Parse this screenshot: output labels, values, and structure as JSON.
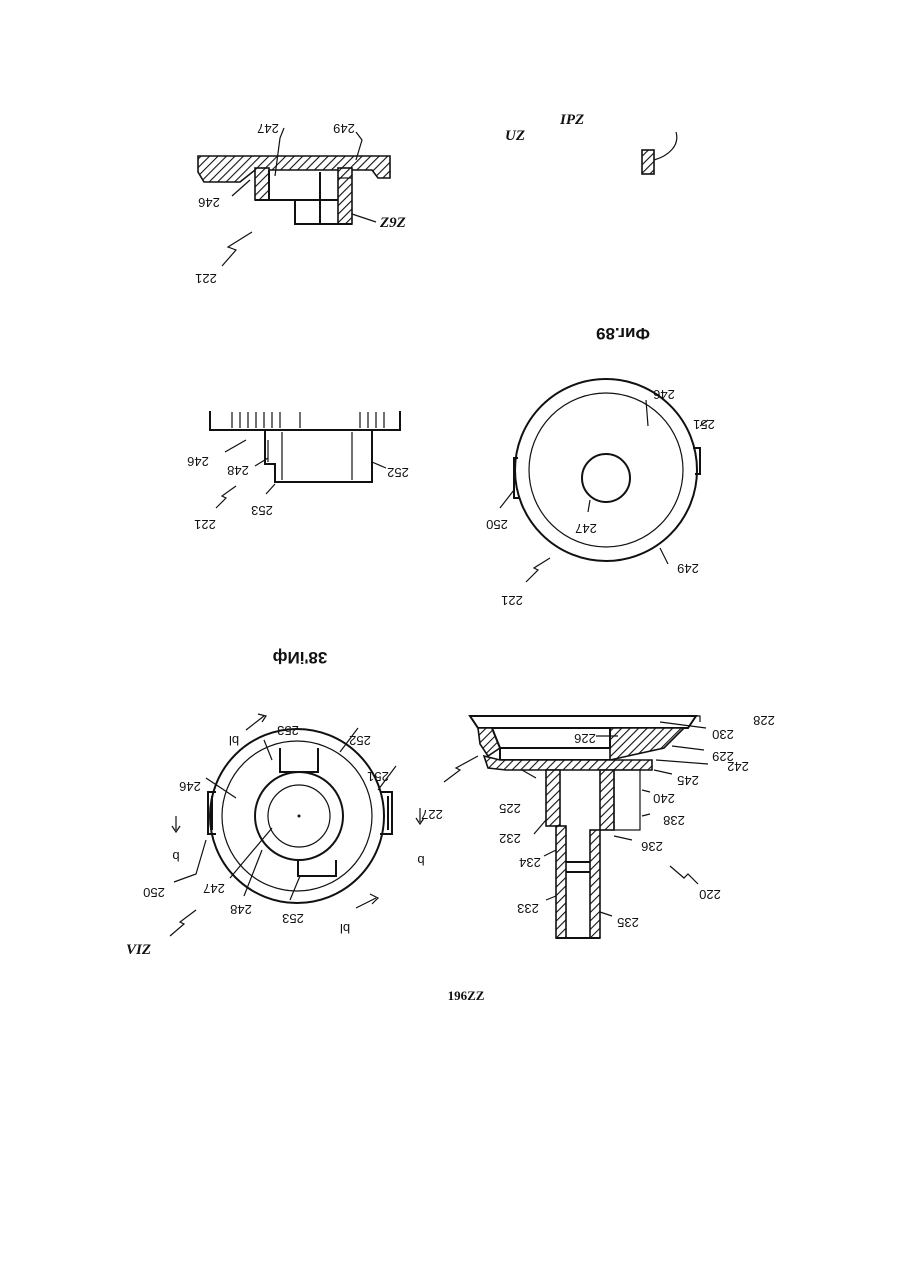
{
  "figure_captions": {
    "top_right": "Фиг.89",
    "middle_left": "38'iИф"
  },
  "figure_tags": {
    "tag_1": "IPZ",
    "tag_2": "UZ",
    "tag_3": "Z9Z",
    "tag_4": "VIZ"
  },
  "page_number": "196ZZ",
  "fig_top_left_labels": [
    "247",
    "249",
    "246",
    "221"
  ],
  "fig_mid_left_labels": [
    "246",
    "248",
    "252",
    "253",
    "221"
  ],
  "fig_mid_right_labels": [
    "246",
    "251",
    "250",
    "247",
    "249",
    "221"
  ],
  "fig_bottom_left_labels": [
    "253",
    "252",
    "246",
    "251",
    "b",
    "b",
    "250",
    "247",
    "248",
    "253",
    "bl",
    "bl"
  ],
  "fig_bottom_right_labels": [
    "228",
    "230",
    "226",
    "229",
    "242",
    "245",
    "227",
    "225",
    "240",
    "238",
    "232",
    "236",
    "234",
    "220",
    "233",
    "235"
  ]
}
